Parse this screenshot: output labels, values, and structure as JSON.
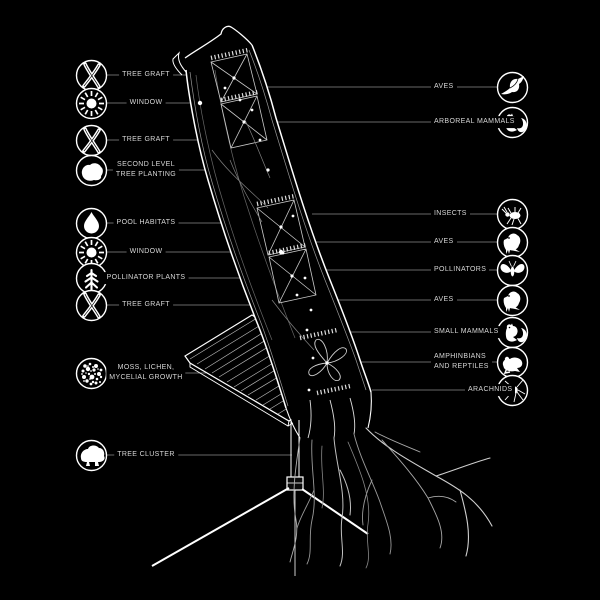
{
  "colors": {
    "background": "#000000",
    "linework": "#ffffff",
    "leader_line": "#8a8a8a",
    "label_text": "#d6d6d6"
  },
  "left_items": [
    {
      "label": "TREE GRAFT",
      "icon": "tree-graft-icon"
    },
    {
      "label": "WINDOW",
      "icon": "window-icon"
    },
    {
      "label": "TREE GRAFT",
      "icon": "tree-graft-icon"
    },
    {
      "label": "SECOND LEVEL\nTREE PLANTING",
      "icon": "tree-planting-icon"
    },
    {
      "label": "POOL HABITATS",
      "icon": "pool-habitats-icon"
    },
    {
      "label": "WINDOW",
      "icon": "window-icon"
    },
    {
      "label": "POLLINATOR PLANTS",
      "icon": "pollinator-plants-icon"
    },
    {
      "label": "TREE GRAFT",
      "icon": "tree-graft-icon"
    },
    {
      "label": "MOSS, LICHEN,\nMYCELIAL GROWTH",
      "icon": "moss-lichen-icon"
    },
    {
      "label": "TREE CLUSTER",
      "icon": "tree-cluster-icon"
    }
  ],
  "right_items": [
    {
      "label": "AVES",
      "icon": "hummingbird-icon"
    },
    {
      "label": "ARBOREAL MAMMALS",
      "icon": "squirrel-icon"
    },
    {
      "label": "INSECTS",
      "icon": "insect-icon"
    },
    {
      "label": "AVES",
      "icon": "bird-icon"
    },
    {
      "label": "POLLINATORS",
      "icon": "moth-icon"
    },
    {
      "label": "AVES",
      "icon": "bird-icon"
    },
    {
      "label": "SMALL MAMMALS",
      "icon": "squirrel-icon"
    },
    {
      "label": "AMPHINBIANS\nAND REPTILES",
      "icon": "frog-icon"
    },
    {
      "label": "ARACHNIDS",
      "icon": "spider-icon"
    }
  ]
}
